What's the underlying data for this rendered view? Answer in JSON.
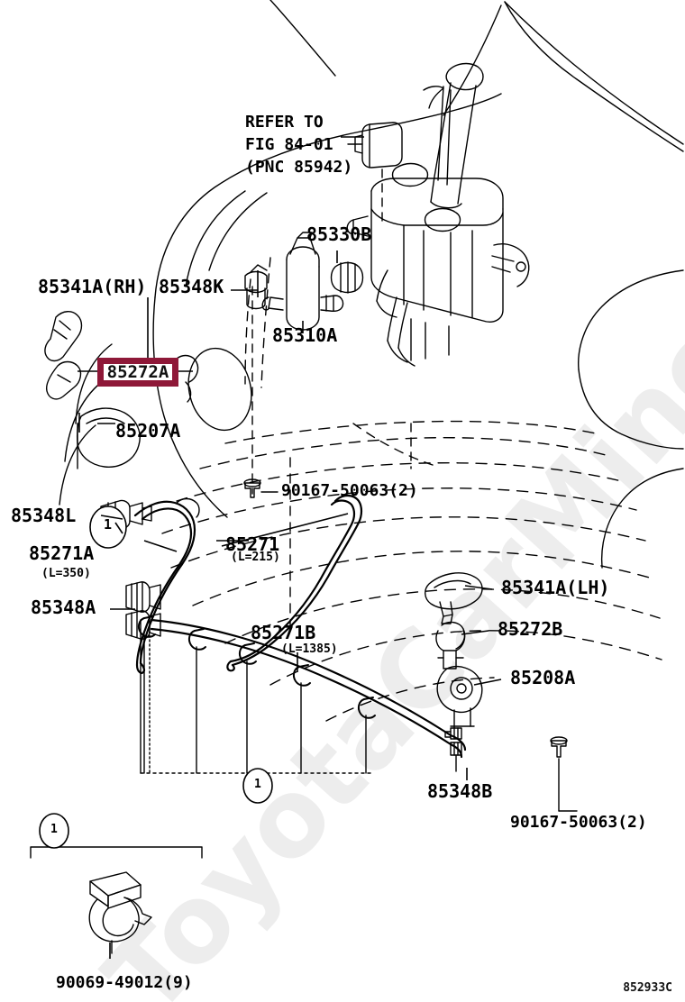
{
  "diagram": {
    "code": "852933C",
    "watermark": "ToyotaCarMine.ru",
    "refer_note": "REFER TO\nFIG 84-01\n(PNC 85942)",
    "highlight_color": "#8e1838",
    "highlighted_part": "85272A"
  },
  "labels": {
    "refer_to": "REFER TO",
    "fig_8401": "FIG 84-01",
    "pnc_85942": "(PNC 85942)",
    "p85330B": "85330B",
    "p85310A": "85310A",
    "p85341A_RH": "85341A(RH)",
    "p85348K": "85348K",
    "p85272A": "85272A",
    "p85207A": "85207A",
    "p90167_top": "90167-50063(2)",
    "p85348L": "85348L",
    "p85271A": "85271A",
    "p85271A_len": "(L=350)",
    "p85271": "85271",
    "p85271_len": "(L=215)",
    "p85348A": "85348A",
    "p85271B": "85271B",
    "p85271B_len": "(L=1385)",
    "p85341A_LH": "85341A(LH)",
    "p85272B": "85272B",
    "p85208A": "85208A",
    "p85348B": "85348B",
    "p90167_bottom": "90167-50063(2)",
    "p90069": "90069-49012(9)",
    "callout_one": "1"
  }
}
